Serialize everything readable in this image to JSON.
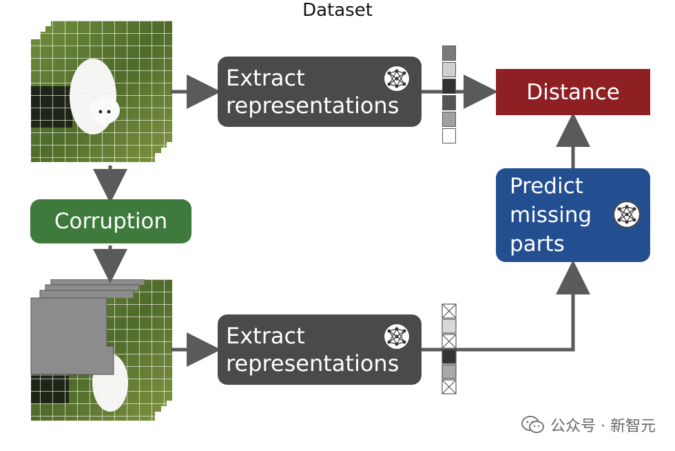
{
  "title": "Dataset",
  "extract_top": {
    "line1": "Extract",
    "line2": "representations"
  },
  "extract_bottom": {
    "line1": "Extract",
    "line2": "representations"
  },
  "corruption": "Corruption",
  "distance": "Distance",
  "predict": {
    "line1": "Predict",
    "line2": "missing",
    "line3": "parts"
  },
  "watermark": "公众号 · 新智元",
  "colors": {
    "extract": "#4a4a4a",
    "corruption": "#3d7a3b",
    "distance": "#8e2023",
    "predict": "#234f91",
    "arrow": "#5a5a5a"
  },
  "icons": {
    "network": "neural-network-icon",
    "wechat": "wechat-icon"
  }
}
